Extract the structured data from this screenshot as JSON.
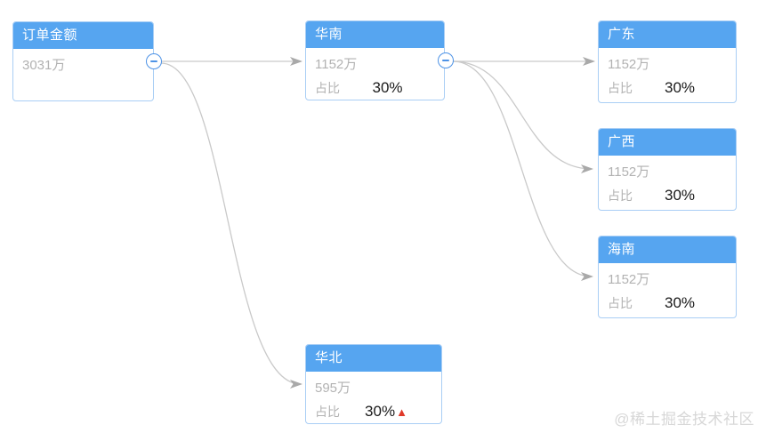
{
  "labels": {
    "ratio_label": "占比"
  },
  "nodes": {
    "root": {
      "title": "订单金额",
      "amount": "3031万"
    },
    "south": {
      "title": "华南",
      "amount": "1152万",
      "ratio": "30%"
    },
    "north": {
      "title": "华北",
      "amount": "595万",
      "ratio": "30%",
      "trend_up": "▲"
    },
    "guangdong": {
      "title": "广东",
      "amount": "1152万",
      "ratio": "30%"
    },
    "guangxi": {
      "title": "广西",
      "amount": "1152万",
      "ratio": "30%"
    },
    "hainan": {
      "title": "海南",
      "amount": "1152万",
      "ratio": "30%"
    }
  },
  "edges": [
    {
      "from": "订单金额",
      "to": "华南"
    },
    {
      "from": "订单金额",
      "to": "华北"
    },
    {
      "from": "华南",
      "to": "广东"
    },
    {
      "from": "华南",
      "to": "广西"
    },
    {
      "from": "华南",
      "to": "海南"
    }
  ],
  "watermark": "@稀土掘金技术社区",
  "colors": {
    "node_header_blue": "#56a5f0",
    "node_border_blue": "#a9cef5",
    "edge_line_gray": "#c9c9c9",
    "edge_arrow_gray": "#a9a9a9",
    "collapse_button_blue": "#4e93e6",
    "amount_text_gray": "#b2b2b2",
    "ratio_value_dark": "#1a1a1a",
    "trend_up_red": "#e0392a",
    "watermark_gray": "#d7d7d7"
  }
}
